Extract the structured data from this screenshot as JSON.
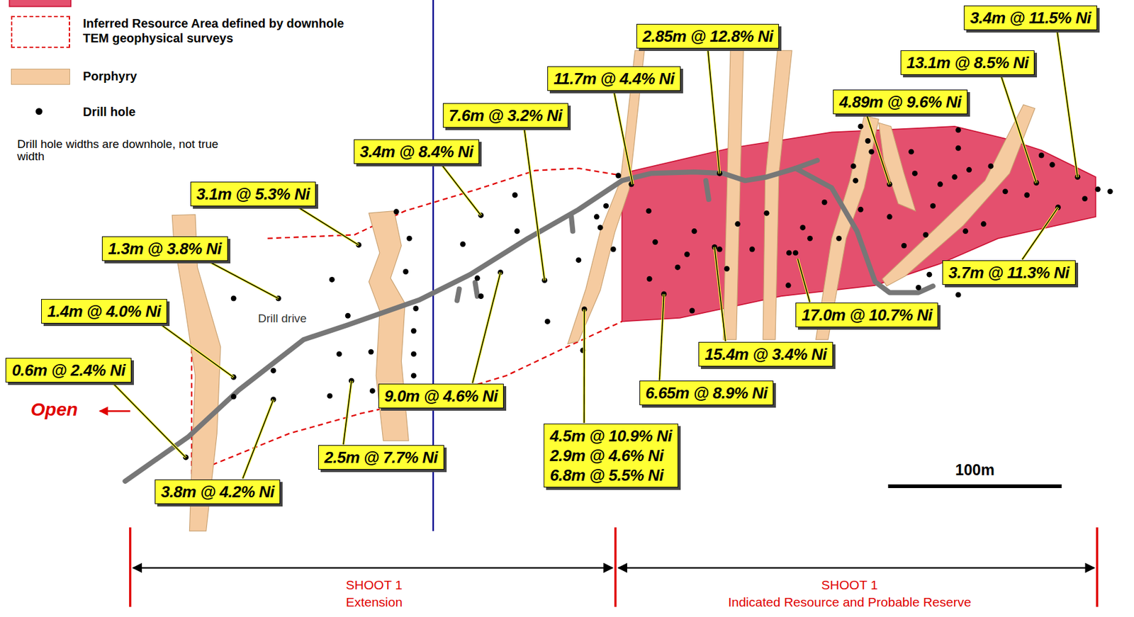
{
  "diagram": {
    "nodes": [
      {
        "text": [
          "3.4m @ 11.5% Ni"
        ]
      },
      {
        "text": [
          "2.85m @ 12.8% Ni"
        ]
      },
      {
        "text": [
          "13.1m @ 8.5% Ni"
        ]
      },
      {
        "text": [
          "11.7m @ 4.4% Ni"
        ]
      },
      {
        "text": [
          "4.89m @ 9.6% Ni"
        ]
      },
      {
        "text": [
          "7.6m @ 3.2% Ni"
        ]
      },
      {
        "text": [
          "3.4m @ 8.4% Ni"
        ]
      },
      {
        "text": [
          "3.1m @ 5.3% Ni"
        ]
      },
      {
        "text": [
          "1.3m @ 3.8% Ni"
        ]
      },
      {
        "text": [
          "3.7m @ 11.3% Ni"
        ]
      },
      {
        "text": [
          "1.4m @ 4.0% Ni"
        ]
      },
      {
        "text": [
          "17.0m @ 10.7% Ni"
        ]
      },
      {
        "text": [
          "15.4m @ 3.4% Ni"
        ]
      },
      {
        "text": [
          "0.6m @ 2.4% Ni"
        ]
      },
      {
        "text": [
          "6.65m @ 8.9% Ni"
        ]
      },
      {
        "text": [
          "9.0m @ 4.6% Ni"
        ]
      },
      {
        "text": [
          "4.5m @ 10.9% Ni",
          "2.9m @ 4.6% Ni",
          "6.8m @ 5.5% Ni"
        ]
      },
      {
        "text": [
          "2.5m @ 7.7% Ni"
        ]
      },
      {
        "text": [
          "3.8m @ 4.2% Ni"
        ]
      }
    ],
    "labels": [
      "Drill hole widths are downhole, not true width",
      "Drill drive",
      "Open",
      "100m",
      "SHOOT 1",
      "Extension",
      "SHOOT 1",
      "Indicated Resource and Probable Reserve"
    ],
    "legend": [
      {
        "text": "Inferred Resource Area defined by downhole TEM geophysical surveys"
      },
      {
        "text": "Porphyry",
        "color": "#f5cba0"
      },
      {
        "text": "Drill hole"
      }
    ]
  }
}
